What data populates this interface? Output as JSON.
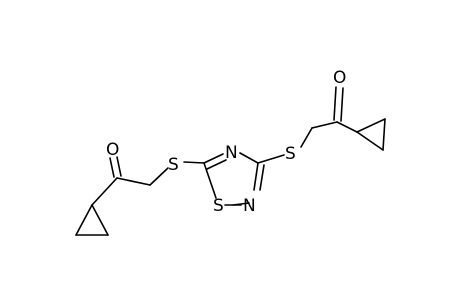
{
  "molecule": {
    "atoms": [
      {
        "id": "o-left",
        "label": "O"
      },
      {
        "id": "s-left",
        "label": "S"
      },
      {
        "id": "n-top",
        "label": "N"
      },
      {
        "id": "s-right",
        "label": "S"
      },
      {
        "id": "s-ring",
        "label": "S"
      },
      {
        "id": "n-ring",
        "label": "N"
      },
      {
        "id": "o-right",
        "label": "O"
      }
    ]
  }
}
